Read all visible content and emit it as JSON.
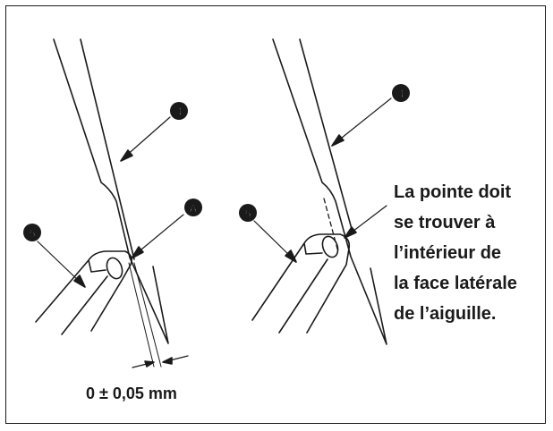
{
  "callouts": {
    "needle_left": "4",
    "looper_left": "5",
    "point_a": "A",
    "needle_right": "4",
    "looper_right": "5"
  },
  "measurement": "0 ± 0,05 mm",
  "note_lines": [
    "La pointe doit",
    "se trouver à",
    "l’intérieur de",
    "la face latérale",
    "de l’aiguille."
  ],
  "colors": {
    "ink": "#1a1a1a",
    "background": "#ffffff"
  }
}
